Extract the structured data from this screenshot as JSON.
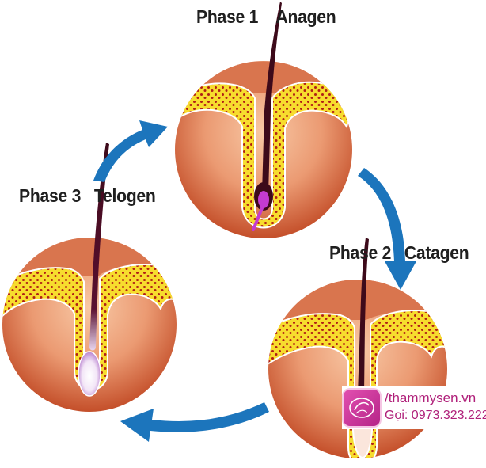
{
  "diagram": {
    "phases": [
      {
        "number": "Phase 1",
        "name": "Anagen"
      },
      {
        "number": "Phase 2",
        "name": "Catagen"
      },
      {
        "number": "Phase 3",
        "name": "Telogen"
      }
    ]
  },
  "watermark": {
    "handle": "/thammysen.vn",
    "phone": "Gọi: 0973.323.222"
  },
  "colors": {
    "skin_light": "#f5b892",
    "skin_dark": "#c44f2a",
    "fat_layer": "#f7dc2e",
    "fat_dots": "#b11f15",
    "hair": "#3d0a1a",
    "arrow": "#1c75bc",
    "bulb_anagen": "#c43bd0",
    "brand": "#b0207a"
  },
  "icons": [
    "cycle-arrow-icon",
    "sen-logo-icon"
  ]
}
